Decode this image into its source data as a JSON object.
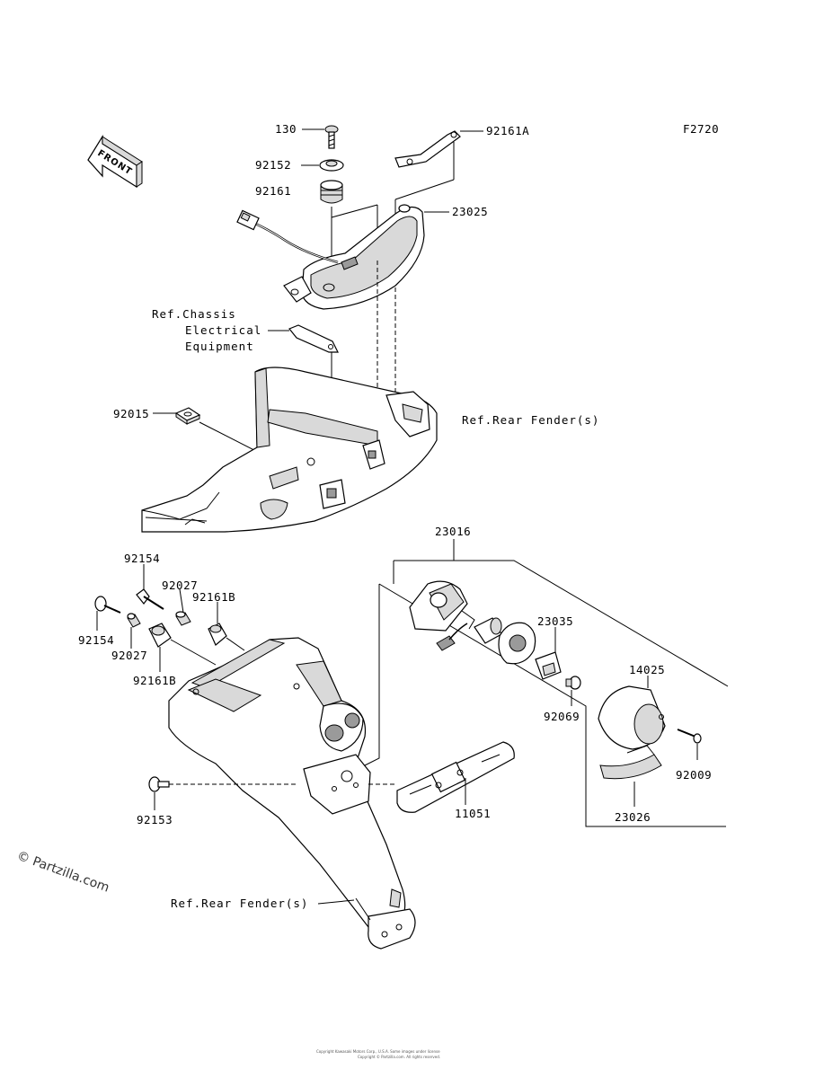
{
  "diagram_code": "F2720",
  "front_label": "FRONT",
  "watermark": "© Partzilla.com",
  "footer_line1": "Copyright Kawasaki Motors Corp., U.S.A. Some images under license",
  "footer_line2": "Copyright © Partzilla.com. All rights reserved.",
  "refs": {
    "chassis_line1": "Ref.Chassis",
    "chassis_line2": "Electrical",
    "chassis_line3": "Equipment",
    "rear_fender_upper": "Ref.Rear Fender(s)",
    "rear_fender_lower": "Ref.Rear Fender(s)"
  },
  "parts": {
    "p130": "130",
    "p92161A": "92161A",
    "p92152": "92152",
    "p92161": "92161",
    "p23025": "23025",
    "p92015": "92015",
    "p23016": "23016",
    "p92154_top": "92154",
    "p92027_top": "92027",
    "p92161B_top": "92161B",
    "p92154_left": "92154",
    "p92027_left": "92027",
    "p92161B_bottom": "92161B",
    "p23035": "23035",
    "p14025": "14025",
    "p92069": "92069",
    "p92009": "92009",
    "p23026": "23026",
    "p11051": "11051",
    "p92153": "92153"
  }
}
